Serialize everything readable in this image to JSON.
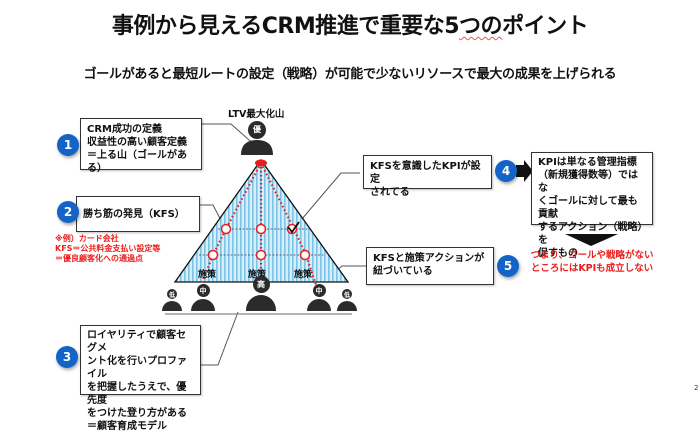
{
  "title": {
    "prefix": "事例から見えるCRM推進で重要な5",
    "underlined": "つの",
    "suffix": "ポイント"
  },
  "subtitle": "ゴールがあると最短ルートの設定（戦略）が可能で少ないリソースで最大の成果を上げられる",
  "diagram": {
    "peak_label": "LTV最大化山",
    "top_person_badge": "優",
    "measure_labels": [
      "施策",
      "施策",
      "施策"
    ],
    "base_people": [
      {
        "label": "低",
        "size": "small"
      },
      {
        "label": "中",
        "size": "medium"
      },
      {
        "label": "高",
        "size": "large"
      },
      {
        "label": "中",
        "size": "medium"
      },
      {
        "label": "低",
        "size": "small"
      }
    ],
    "accent_color": "#1463c6",
    "route_color": "#ea1d1d",
    "fill_color": "#bfe3f4"
  },
  "points": [
    {
      "number": "1",
      "lines": [
        "CRM成功の定義",
        "収益性の高い顧客定義",
        "＝上る山（ゴールがある）"
      ]
    },
    {
      "number": "2",
      "lines": [
        "勝ち筋の発見（KFS）"
      ],
      "note": [
        "※例）カード会社",
        "KFS＝公共料金支払い設定等",
        "＝優良顧客化への通過点"
      ]
    },
    {
      "number": "3",
      "lines": [
        "ロイヤリティで顧客セグメ",
        "ント化を行いプロファイル",
        "を把握したうえで、優先度",
        "をつけた登り方がある",
        "＝顧客育成モデル"
      ]
    },
    {
      "number": "4",
      "lines": [
        "KFSを意識したKPIが設定",
        "されてる"
      ]
    },
    {
      "number": "5",
      "lines": [
        "KFSと施策アクションが",
        "紐づいている"
      ]
    }
  ],
  "kpi_explanation": {
    "lines": [
      "KPIは単なる管理指標",
      "（新規獲得数等）ではな",
      "くゴールに対して最も貢献",
      "するアクション（戦略）を",
      "促すもの"
    ]
  },
  "conclusion": [
    "つまり、ゴールや戦略がない",
    "ところにはKPIも成立しない"
  ],
  "page_number": "2"
}
